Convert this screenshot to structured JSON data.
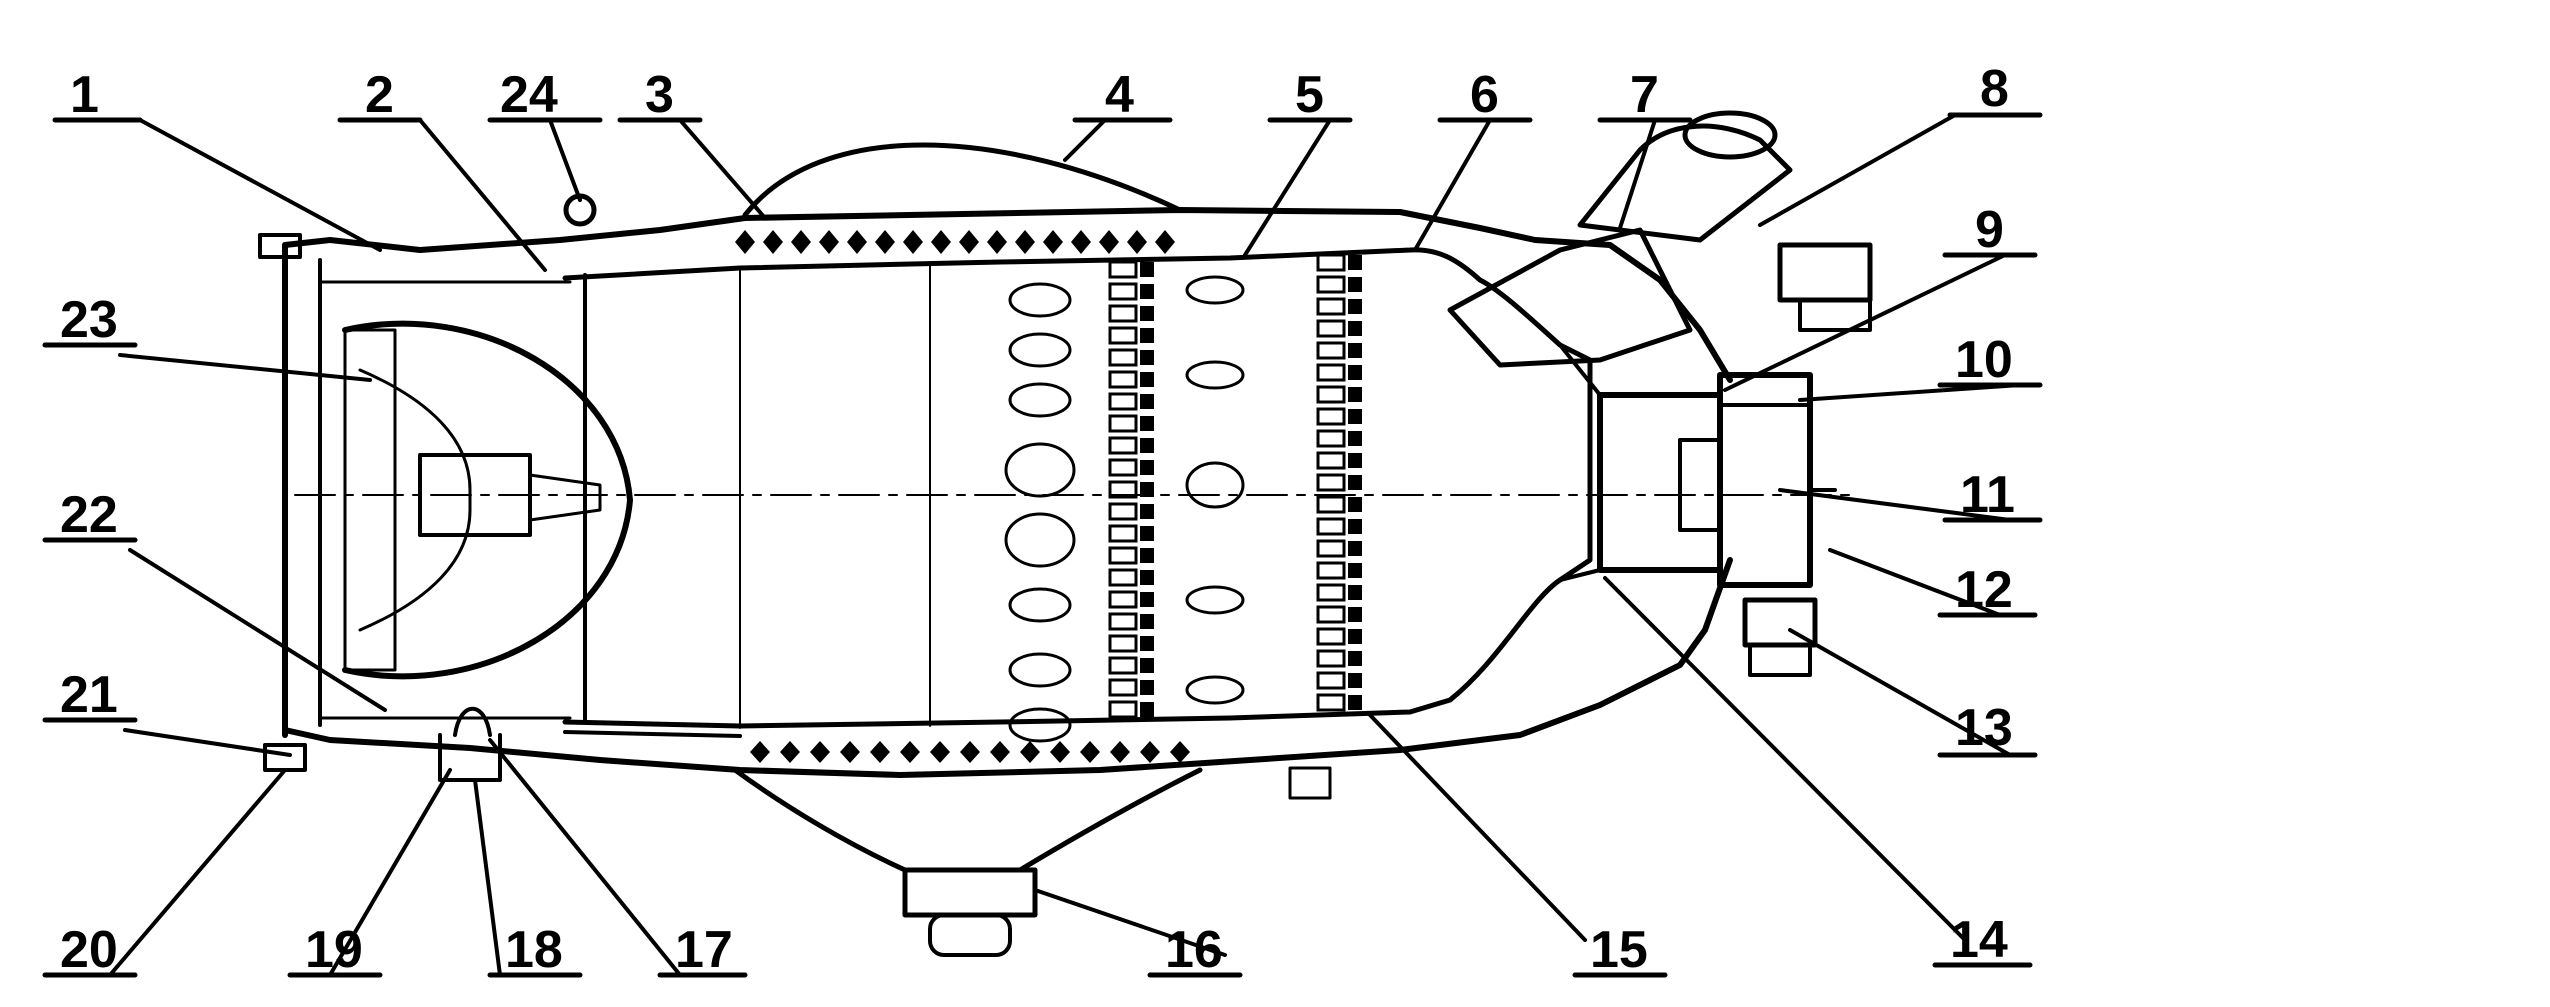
{
  "labels": [
    "1",
    "2",
    "3",
    "4",
    "5",
    "6",
    "7",
    "8",
    "9",
    "10",
    "11",
    "12",
    "13",
    "14",
    "15",
    "16",
    "17",
    "18",
    "19",
    "20",
    "21",
    "22",
    "23",
    "24"
  ],
  "colors": {
    "ink": "#000000",
    "background": "#ffffff"
  }
}
